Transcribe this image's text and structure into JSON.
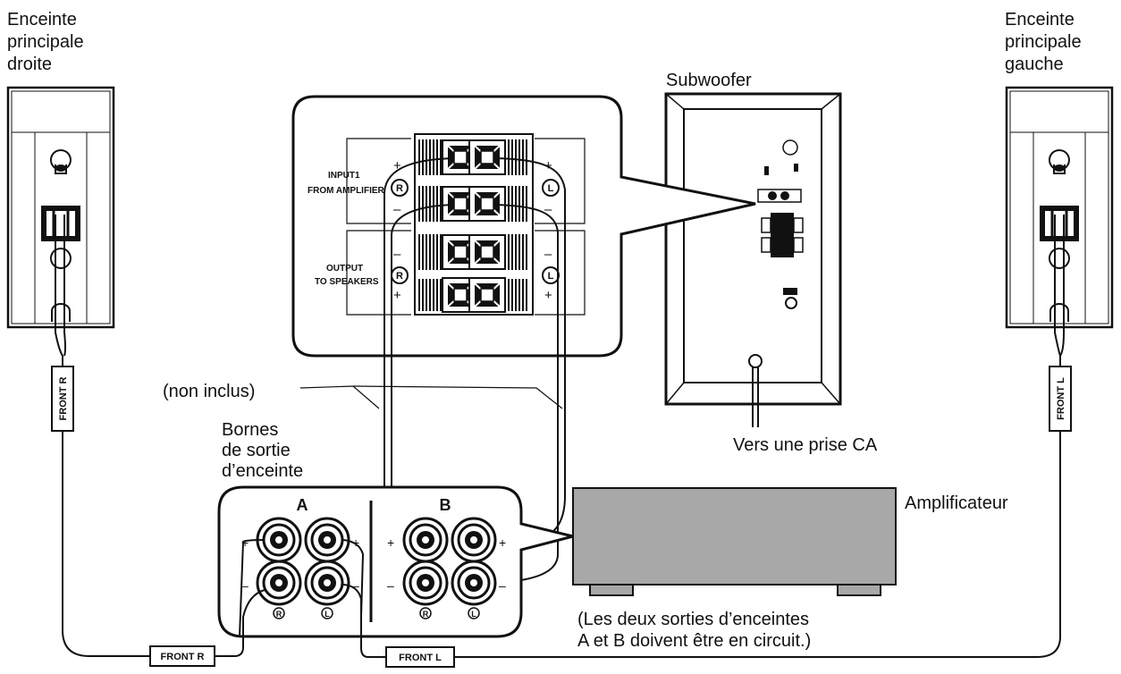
{
  "labels": {
    "right_speaker": [
      "Enceinte",
      "principale",
      "droite"
    ],
    "left_speaker": [
      "Enceinte",
      "principale",
      "gauche"
    ],
    "subwoofer": "Subwoofer",
    "not_included": "(non inclus)",
    "output_terminals": [
      "Bornes",
      "de sortie",
      "d’enceinte"
    ],
    "ac_outlet": "Vers une prise CA",
    "amplifier": "Amplificateur",
    "note": [
      "(Les deux sorties d’enceintes",
      "A et B doivent être en circuit.)"
    ]
  },
  "panel": {
    "input_line1": "INPUT1",
    "input_line2": "FROM AMPLIFIER",
    "output_line1": "OUTPUT",
    "output_line2": "TO SPEAKERS",
    "right": "R",
    "left": "L",
    "plus": "+",
    "minus": "–"
  },
  "cable_tags": {
    "front_r": "FRONT R",
    "front_l": "FRONT L"
  },
  "amp_terminals": {
    "group_a": "A",
    "group_b": "B",
    "right": "R",
    "left": "L",
    "plus": "+",
    "minus": "–"
  },
  "colors": {
    "line": "#111111",
    "amplifier_fill": "#a8a8a8",
    "speaker_fill": "#ffffff"
  }
}
